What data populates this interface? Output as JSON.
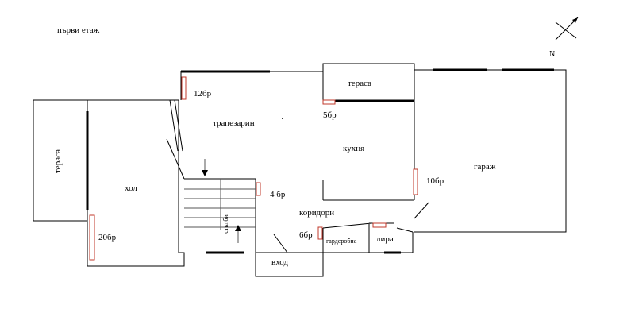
{
  "plan": {
    "floor_title": "първи етаж",
    "compass_label": "N",
    "rooms": {
      "terrace_left": "тераса",
      "hall": "хол",
      "dining": "трапезарин",
      "terrace_top": "тераса",
      "kitchen": "кухня",
      "garage": "гараж",
      "stairs": "стълби",
      "corridor": "коридори",
      "entrance": "вход",
      "wardrobe": "гардеробна",
      "lira": "лира"
    },
    "radiators": {
      "r126": "12бр",
      "r56": "5бр",
      "r106": "10бр",
      "r46": "4 бр",
      "r206": "20бр",
      "r66": "6бр"
    },
    "colors": {
      "walls": "#000000",
      "radiator": "#c0392b"
    }
  }
}
